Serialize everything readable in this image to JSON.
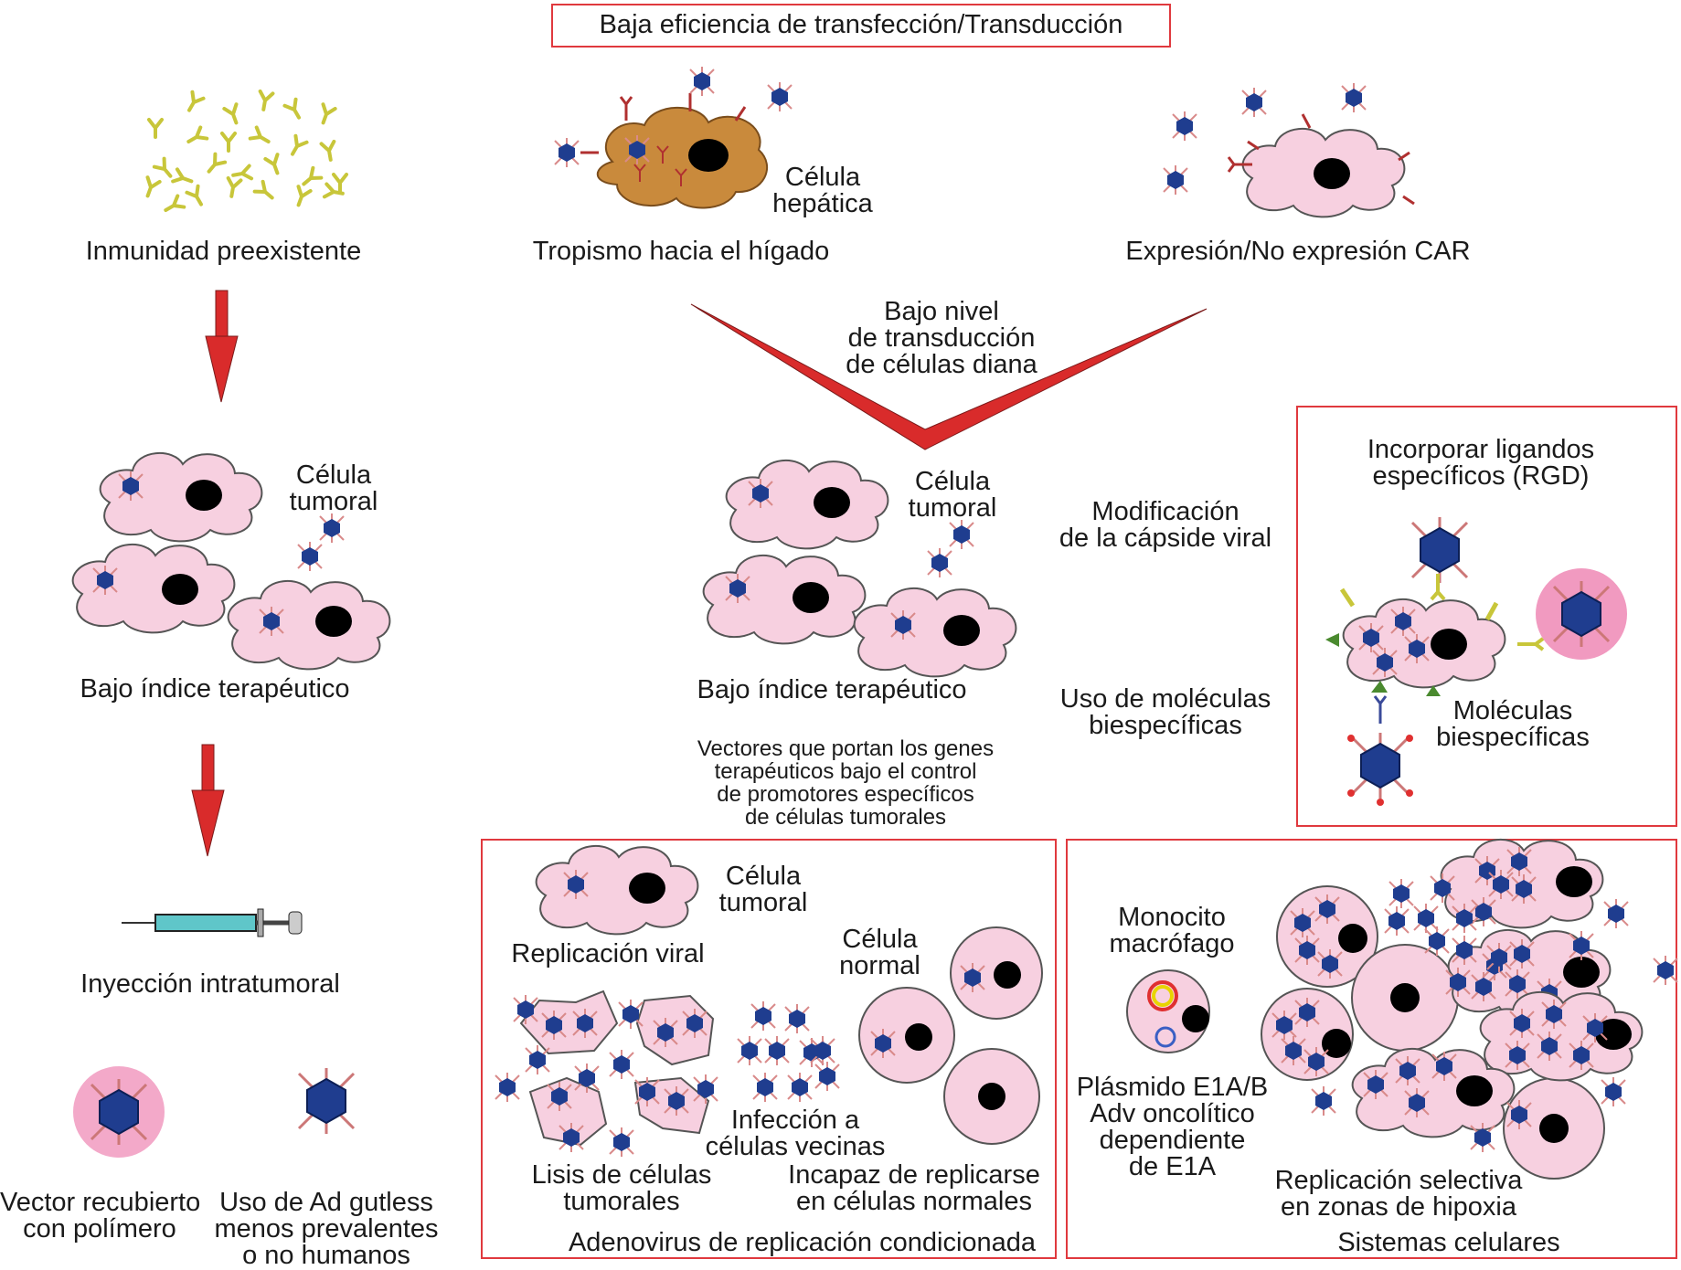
{
  "title": "Baja eficiencia de transfección/Transducción",
  "colors": {
    "frame_red": "#e0393e",
    "arrow_red": "#d92b2b",
    "cell_pink": "#f7d0e0",
    "cell_outline": "#555555",
    "nucleus": "#000000",
    "virus_blue": "#1f3d8f",
    "antibody_yellow": "#c8c63a",
    "liver_brown": "#c98a3c",
    "polymer_pink": "#f19ac0"
  },
  "top_row": {
    "immunity": {
      "label": "Inmunidad preexistente",
      "icon": "antibodies-icon"
    },
    "liver": {
      "label": "Tropismo hacia el hígado",
      "cell_label_1": "Célula",
      "cell_label_2": "hepática"
    },
    "car": {
      "label": "Expresión/No expresión CAR"
    }
  },
  "center_funnel": {
    "line1": "Bajo nivel",
    "line2": "de transducción",
    "line3": "de células diana"
  },
  "left_column": {
    "cell_label_1": "Célula",
    "cell_label_2": "tumoral",
    "therapeutic_index": "Bajo índice terapéutico",
    "injection": "Inyección intratumoral",
    "polymer_1": "Vector recubierto",
    "polymer_2": "con polímero",
    "gutless_1": "Uso de Ad gutless",
    "gutless_2": "menos prevalentes",
    "gutless_3": "o no humanos"
  },
  "center_column": {
    "cell_label_1": "Célula",
    "cell_label_2": "tumoral",
    "therapeutic_index": "Bajo índice terapéutico",
    "vectors_1": "Vectores que portan los genes",
    "vectors_2": "terapéuticos bajo el control",
    "vectors_3": "de promotores específicos",
    "vectors_4": "de células tumorales"
  },
  "modifications": {
    "capsid_1": "Modificación",
    "capsid_2": "de la cápside viral",
    "bispecific_1": "Uso de moléculas",
    "bispecific_2": "biespecíficas"
  },
  "ligand_box": {
    "ligand_1": "Incorporar ligandos",
    "ligand_2": "específicos (RGD)",
    "molecules_1": "Moléculas",
    "molecules_2": "biespecíficas"
  },
  "crad_box": {
    "cell_label_1": "Célula",
    "cell_label_2": "tumoral",
    "replication": "Replicación viral",
    "normal_1": "Célula",
    "normal_2": "normal",
    "infection_1": "Infección a",
    "infection_2": "células vecinas",
    "lysis_1": "Lisis de células",
    "lysis_2": "tumorales",
    "unable_1": "Incapaz de replicarse",
    "unable_2": "en células normales",
    "caption": "Adenovirus de replicación condicionada"
  },
  "cell_systems_box": {
    "monocyte_1": "Monocito",
    "monocyte_2": "macrófago",
    "plasmid_1": "Plásmido E1A/B",
    "plasmid_2": "Adv oncolítico",
    "plasmid_3": "dependiente",
    "plasmid_4": "de E1A",
    "hypoxia_1": "Replicación selectiva",
    "hypoxia_2": "en zonas de hipoxia",
    "caption": "Sistemas celulares"
  }
}
